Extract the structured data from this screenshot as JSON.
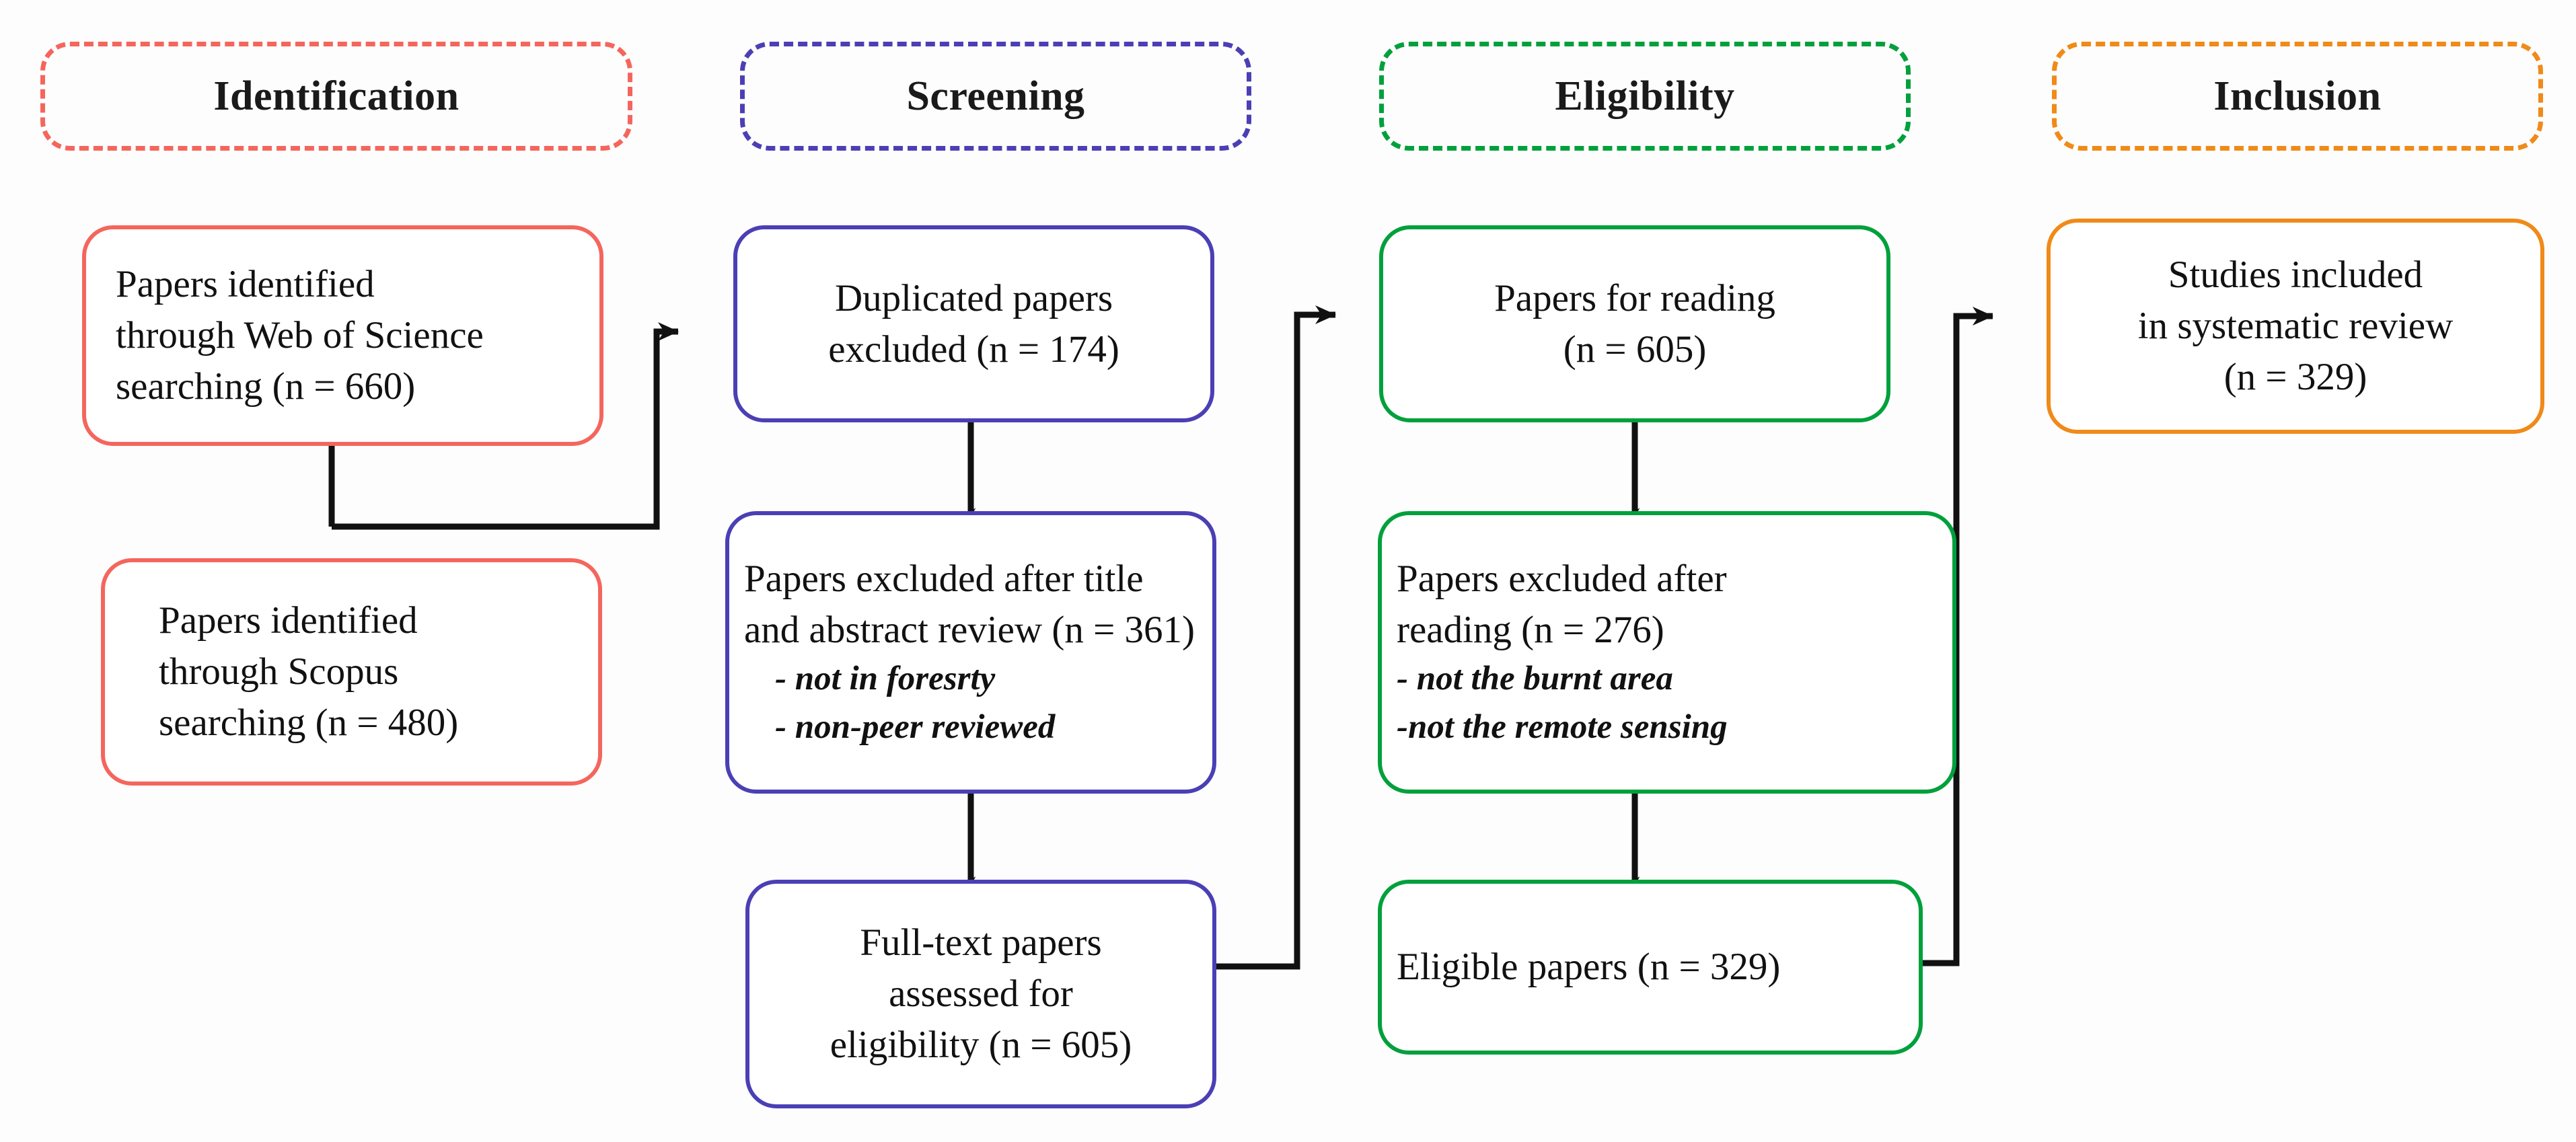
{
  "figure": {
    "type": "prisma-flow-diagram",
    "title": "PRISMA systematic review flow diagram",
    "background_color": "#fdfdfd",
    "connector_color": "#111111"
  },
  "stages": [
    {
      "id": "identification",
      "label": "Identification",
      "color": "#f4665d"
    },
    {
      "id": "screening",
      "label": "Screening",
      "color": "#4b3fb5"
    },
    {
      "id": "eligibility",
      "label": "Eligibility",
      "color": "#00a03c"
    },
    {
      "id": "inclusion",
      "label": "Inclusion",
      "color": "#f08a18"
    }
  ],
  "nodes": {
    "wos": {
      "stage": "identification",
      "color": "#f4665d",
      "lines": [
        "Papers identified",
        "through Web of Science",
        "searching (n = 660)"
      ],
      "count": 660
    },
    "scopus": {
      "stage": "identification",
      "color": "#f4665d",
      "lines": [
        "Papers identified",
        "through Scopus",
        "searching (n = 480)"
      ],
      "count": 480
    },
    "duplicates": {
      "stage": "screening",
      "color": "#4b3fb5",
      "lines": [
        "Duplicated papers",
        "excluded (n = 174)"
      ],
      "count": 174
    },
    "title_abstract_excluded": {
      "stage": "screening",
      "color": "#4b3fb5",
      "lines": [
        "Papers excluded after title",
        "and abstract review (n = 361)"
      ],
      "sublines": [
        "- not in foresrty",
        "- non-peer reviewed"
      ],
      "count": 361
    },
    "fulltext": {
      "stage": "screening",
      "color": "#4b3fb5",
      "lines": [
        "Full-text papers",
        "assessed for",
        "eligibility (n = 605)"
      ],
      "count": 605
    },
    "for_reading": {
      "stage": "eligibility",
      "color": "#00a03c",
      "lines": [
        "Papers for reading",
        "(n = 605)"
      ],
      "count": 605
    },
    "reading_excluded": {
      "stage": "eligibility",
      "color": "#00a03c",
      "lines": [
        "Papers excluded after",
        "reading (n = 276)"
      ],
      "sublines": [
        "- not the burnt area",
        "-not the remote sensing"
      ],
      "count": 276
    },
    "eligible": {
      "stage": "eligibility",
      "color": "#00a03c",
      "lines": [
        "Eligible papers (n = 329)"
      ],
      "count": 329
    },
    "included": {
      "stage": "inclusion",
      "color": "#f08a18",
      "lines": [
        "Studies included",
        "in systematic review",
        "(n = 329)"
      ],
      "count": 329
    }
  },
  "edges": [
    {
      "id": "sources-to-duplicates",
      "from": "wos+scopus",
      "to": "duplicates",
      "style": "elbow-arrow"
    },
    {
      "id": "duplicates-to-excluded",
      "from": "duplicates",
      "to": "title_abstract_excluded",
      "style": "straight-down-arrow"
    },
    {
      "id": "excluded-to-fulltext",
      "from": "title_abstract_excluded",
      "to": "fulltext",
      "style": "straight-down-arrow"
    },
    {
      "id": "fulltext-to-reading",
      "from": "fulltext",
      "to": "for_reading",
      "style": "elbow-arrow"
    },
    {
      "id": "reading-to-excluded",
      "from": "for_reading",
      "to": "reading_excluded",
      "style": "straight-down-arrow"
    },
    {
      "id": "excluded-to-eligible",
      "from": "reading_excluded",
      "to": "eligible",
      "style": "straight-down-arrow"
    },
    {
      "id": "eligible-to-included",
      "from": "eligible",
      "to": "included",
      "style": "elbow-arrow"
    }
  ]
}
